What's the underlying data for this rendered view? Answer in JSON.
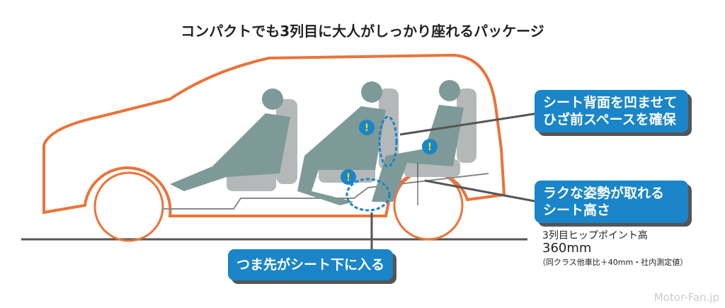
{
  "title": "コンパクトでも3列目に大人がしっかり座れるパッケージ",
  "callouts": {
    "knee_space": [
      "シート背面を凹ませて",
      "ひざ前スペースを確保"
    ],
    "seat_height": [
      "ラクな姿勢が取れる",
      "シート高さ"
    ],
    "toe_space": [
      "つま先がシート下に入る"
    ]
  },
  "note": {
    "label": "3列目ヒップポイント高",
    "value": "360mm",
    "detail": "（同クラス他車比＋40mm・社内測定値）"
  },
  "watermark": "Motor-Fan.jp",
  "colors": {
    "body": "#e8743b",
    "callout": "#1a85c8",
    "figure": "#7d9a98",
    "seat": "#b5b8b8"
  }
}
